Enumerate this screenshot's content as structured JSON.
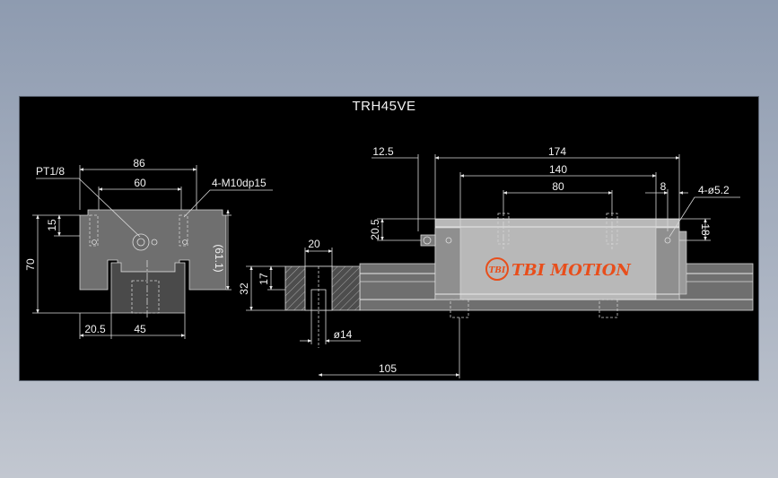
{
  "drawing": {
    "title": "TRH45VE",
    "brand_logo_text": "TBI MOTION",
    "brand_logo_mark": "TBI",
    "logo_color": "#e84e1b",
    "background_color": "#000000"
  },
  "front_view": {
    "labels": {
      "port": "PT1/8",
      "tap_holes": "4-M10dp15",
      "width_total": "86",
      "width_holes": "60",
      "height_total": "70",
      "height_top": "15",
      "height_block": "(61.1)",
      "rail_offset": "20.5",
      "rail_width": "45"
    }
  },
  "side_view": {
    "labels": {
      "grease_offset": "12.5",
      "length_total": "174",
      "length_body": "140",
      "hole_pitch": "80",
      "end_offset": "8",
      "mount_holes": "4-ø5.2",
      "nipple_height": "20.5",
      "hole_height": "18",
      "rail_head": "20",
      "rail_height": "32",
      "rail_top": "17",
      "counterbore": "ø14",
      "rail_pitch": "105"
    }
  }
}
